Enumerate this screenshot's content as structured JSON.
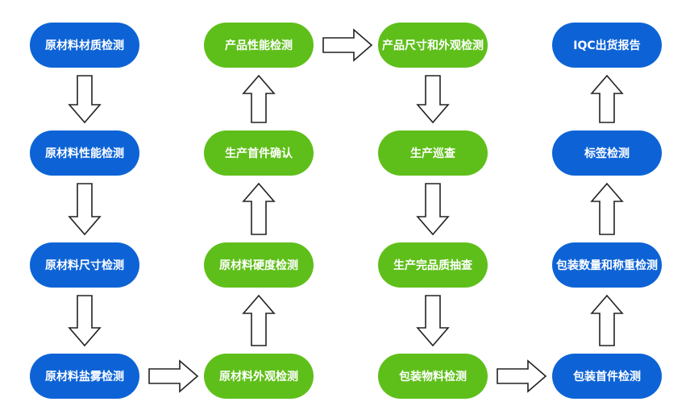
{
  "colors": {
    "blue": "#0d63d6",
    "green": "#5fbf1a",
    "arrow_stroke": "#222222",
    "arrow_fill": "#ffffff"
  },
  "nodes": [
    {
      "id": "n1",
      "label": "原材料材质检测",
      "color": "blue"
    },
    {
      "id": "n2",
      "label": "原材料性能检测",
      "color": "blue"
    },
    {
      "id": "n3",
      "label": "原材料尺寸检测",
      "color": "blue"
    },
    {
      "id": "n4",
      "label": "原材料盐雾检测",
      "color": "blue"
    },
    {
      "id": "n5",
      "label": "原材料外观检测",
      "color": "green"
    },
    {
      "id": "n6",
      "label": "原材料硬度检测",
      "color": "green"
    },
    {
      "id": "n7",
      "label": "生产首件确认",
      "color": "green"
    },
    {
      "id": "n8",
      "label": "产品性能检测",
      "color": "green"
    },
    {
      "id": "n9",
      "label": "产品尺寸和外观检测",
      "color": "green"
    },
    {
      "id": "n10",
      "label": "生产巡查",
      "color": "green"
    },
    {
      "id": "n11",
      "label": "生产完品质抽查",
      "color": "green"
    },
    {
      "id": "n12",
      "label": "包装物料检测",
      "color": "green"
    },
    {
      "id": "n13",
      "label": "包装首件检测",
      "color": "blue"
    },
    {
      "id": "n14",
      "label": "包装数量和称重检测",
      "color": "blue"
    },
    {
      "id": "n15",
      "label": "标签检测",
      "color": "blue"
    },
    {
      "id": "n16",
      "label": "IQC出货报告",
      "color": "blue"
    }
  ],
  "edges": [
    {
      "from": "n1",
      "to": "n2"
    },
    {
      "from": "n2",
      "to": "n3"
    },
    {
      "from": "n3",
      "to": "n4"
    },
    {
      "from": "n4",
      "to": "n5"
    },
    {
      "from": "n5",
      "to": "n6"
    },
    {
      "from": "n6",
      "to": "n7"
    },
    {
      "from": "n7",
      "to": "n8"
    },
    {
      "from": "n8",
      "to": "n9"
    },
    {
      "from": "n9",
      "to": "n10"
    },
    {
      "from": "n10",
      "to": "n11"
    },
    {
      "from": "n11",
      "to": "n12"
    },
    {
      "from": "n12",
      "to": "n13"
    },
    {
      "from": "n13",
      "to": "n14"
    },
    {
      "from": "n14",
      "to": "n15"
    },
    {
      "from": "n15",
      "to": "n16"
    }
  ]
}
